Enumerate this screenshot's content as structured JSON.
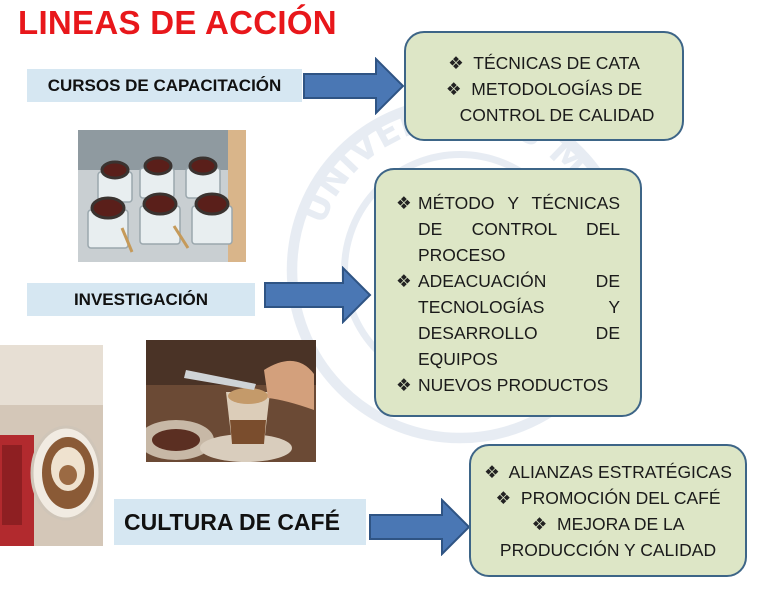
{
  "title": "LINEAS DE ACCIÓN",
  "bullet_glyph": "❖",
  "watermark_text": "UNIVERSITAS MAJOR",
  "sections": [
    {
      "label": "CURSOS DE CAPACITACIÓN",
      "items": [
        "TÉCNICAS DE CATA",
        "METODOLOGÍAS DE",
        "CONTROL DE CALIDAD"
      ]
    },
    {
      "label": "INVESTIGACIÓN",
      "items": [
        [
          "MÉTODO Y TÉCNICAS",
          "DE CONTROL DEL",
          "PROCESO"
        ],
        [
          "ADEACUACIÓN DE",
          "TECNOLOGÍAS Y",
          "DESARROLLO DE",
          "EQUIPOS"
        ],
        [
          "NUEVOS PRODUCTOS"
        ]
      ]
    },
    {
      "label": "CULTURA DE CAFÉ",
      "items": [
        "ALIANZAS ESTRATÉGICAS",
        "PROMOCIÓN DEL CAFÉ",
        "MEJORA DE LA",
        "PRODUCCIÓN Y CALIDAD"
      ]
    }
  ],
  "colors": {
    "title": "#e8171b",
    "label_bg": "#d6e7f2",
    "arrow_fill": "#4a77b4",
    "arrow_stroke": "#2f5484",
    "box_fill": "#dde6c6",
    "box_border": "#3d6587"
  }
}
